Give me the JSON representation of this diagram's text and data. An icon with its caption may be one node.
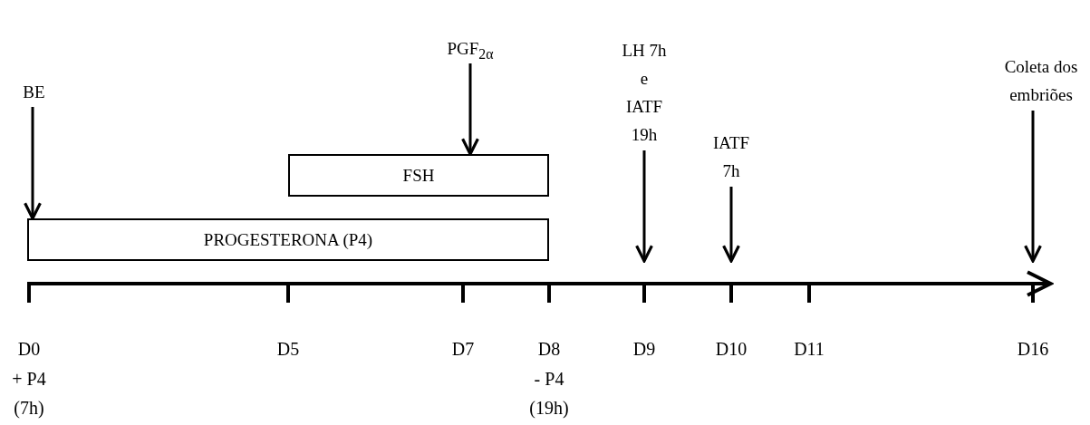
{
  "diagram": {
    "nodes": [
      {
        "text": [
          "BE"
        ]
      },
      {
        "text": [
          "PGF$_{2α}$"
        ]
      },
      {
        "text": [
          "LH 7h e IATF 19h"
        ]
      },
      {
        "text": [
          "IATF 7h"
        ]
      },
      {
        "text": [
          "Coleta dos embriões"
        ]
      },
      {
        "text": [
          "FSH"
        ]
      },
      {
        "text": [
          "PROGESTERONA (P4)"
        ]
      }
    ],
    "edges": [
      {
        "from": 0,
        "to": 6,
        "arrow": "to"
      },
      {
        "from": 1,
        "to": 5,
        "arrow": "to"
      },
      {
        "from": 2,
        "to": null,
        "arrow": "to"
      },
      {
        "from": 3,
        "to": null,
        "arrow": "to"
      },
      {
        "from": 4,
        "to": null,
        "arrow": "to"
      }
    ],
    "labels": [
      "D0",
      "D5",
      "D7",
      "D8",
      "D9",
      "D10",
      "D11",
      "D16",
      "+ P4",
      "- P4",
      "(7h)",
      "(19h)"
    ]
  }
}
